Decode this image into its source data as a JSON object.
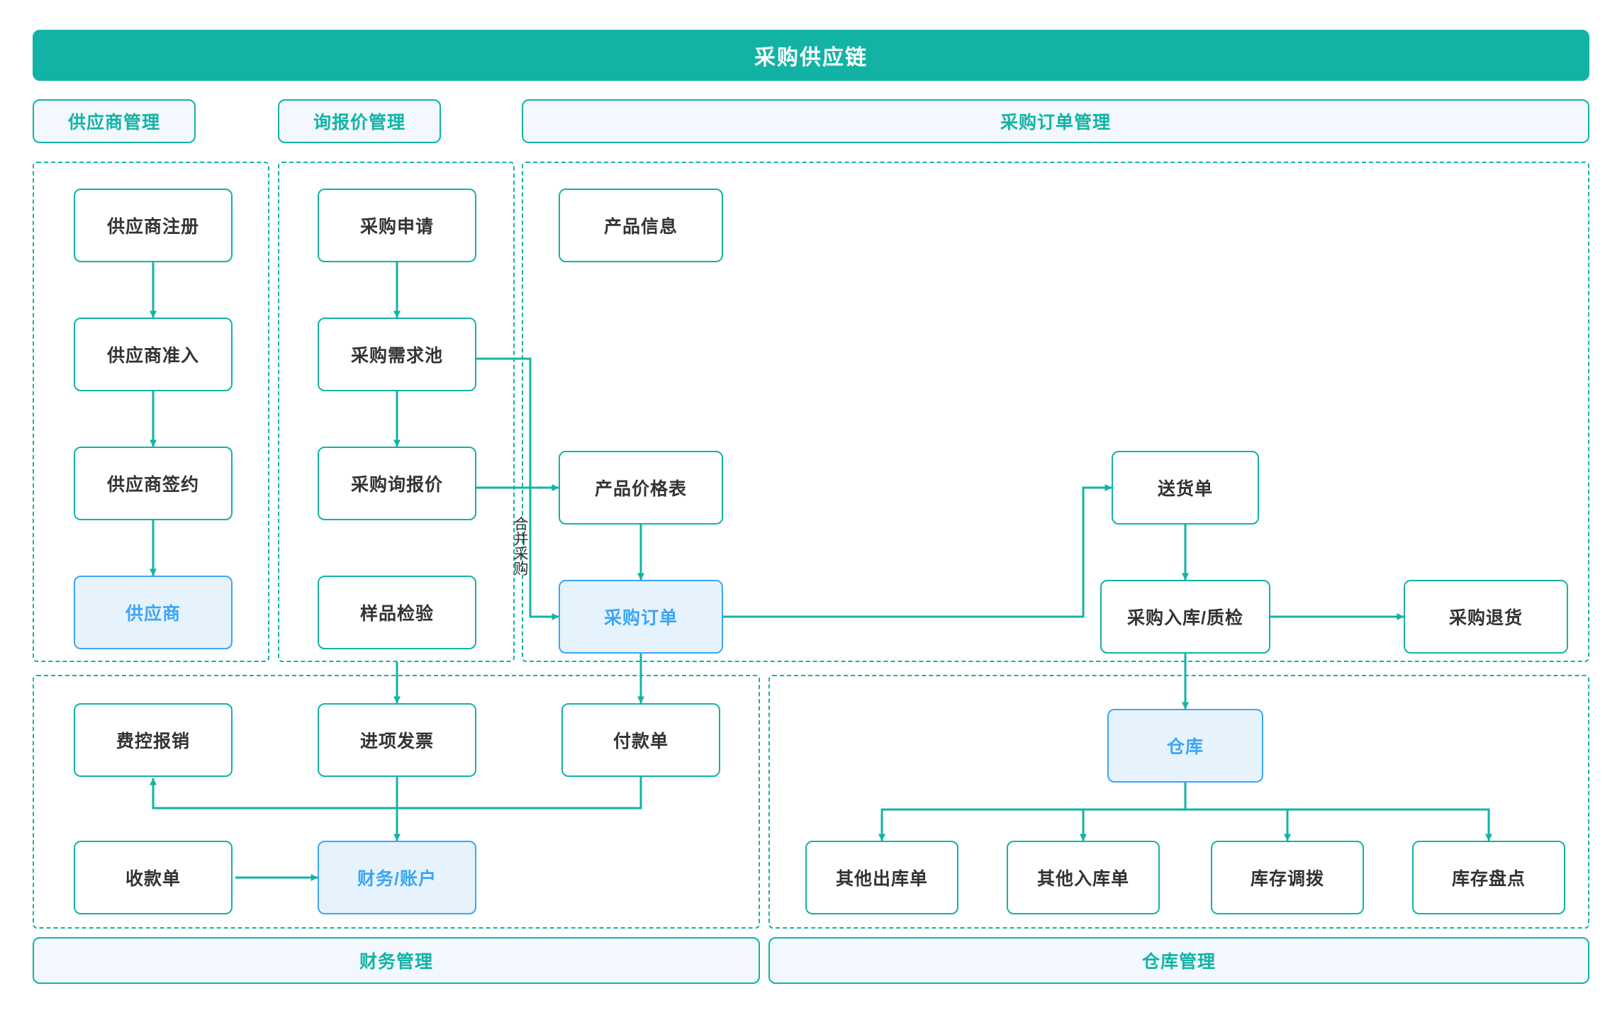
{
  "header": {
    "title": "采购供应链",
    "brand_color": "#12B3A5",
    "highlight_color": "#3DA5F5",
    "highlight_bg": "#E6F3FD"
  },
  "sections": {
    "supplier": {
      "label": "供应商管理"
    },
    "rfq": {
      "label": "询报价管理"
    },
    "purchase_order": {
      "label": "采购订单管理"
    },
    "finance": {
      "label": "财务管理"
    },
    "warehouse": {
      "label": "仓库管理"
    }
  },
  "nodes": {
    "supplier_register": {
      "label": "供应商注册",
      "highlighted": false
    },
    "supplier_access": {
      "label": "供应商准入",
      "highlighted": false
    },
    "supplier_sign": {
      "label": "供应商签约",
      "highlighted": false
    },
    "supplier": {
      "label": "供应商",
      "highlighted": true
    },
    "purchase_request": {
      "label": "采购申请",
      "highlighted": false
    },
    "demand_pool": {
      "label": "采购需求池",
      "highlighted": false
    },
    "purchase_rfq": {
      "label": "采购询报价",
      "highlighted": false
    },
    "sample_inspect": {
      "label": "样品检验",
      "highlighted": false
    },
    "product_info": {
      "label": "产品信息",
      "highlighted": false
    },
    "price_list": {
      "label": "产品价格表",
      "highlighted": false
    },
    "purchase_order": {
      "label": "采购订单",
      "highlighted": true
    },
    "delivery_note": {
      "label": "送货单",
      "highlighted": false
    },
    "inbound_qc": {
      "label": "采购入库/质检",
      "highlighted": false
    },
    "purchase_return": {
      "label": "采购退货",
      "highlighted": false
    },
    "expense_claim": {
      "label": "费控报销",
      "highlighted": false
    },
    "input_invoice": {
      "label": "进项发票",
      "highlighted": false
    },
    "payment_note": {
      "label": "付款单",
      "highlighted": false
    },
    "receipt_note": {
      "label": "收款单",
      "highlighted": false
    },
    "finance_account": {
      "label": "财务/账户",
      "highlighted": true
    },
    "warehouse": {
      "label": "仓库",
      "highlighted": true
    },
    "other_outbound": {
      "label": "其他出库单",
      "highlighted": false
    },
    "other_inbound": {
      "label": "其他入库单",
      "highlighted": false
    },
    "stock_transfer": {
      "label": "库存调拨",
      "highlighted": false
    },
    "stock_count": {
      "label": "库存盘点",
      "highlighted": false
    }
  },
  "edge_labels": {
    "merge_purchase": "合并采购"
  },
  "chart_data": {
    "type": "diagram",
    "title": "采购供应链",
    "flows": [
      {
        "from": "供应商注册",
        "to": "供应商准入"
      },
      {
        "from": "供应商准入",
        "to": "供应商签约"
      },
      {
        "from": "供应商签约",
        "to": "供应商"
      },
      {
        "from": "采购申请",
        "to": "采购需求池"
      },
      {
        "from": "采购需求池",
        "to": "采购询报价"
      },
      {
        "from": "采购需求池",
        "to": "采购订单",
        "label": "合并采购"
      },
      {
        "from": "采购询报价",
        "to": "产品价格表"
      },
      {
        "from": "产品价格表",
        "to": "采购订单"
      },
      {
        "from": "采购订单",
        "to": "送货单"
      },
      {
        "from": "送货单",
        "to": "采购入库/质检"
      },
      {
        "from": "采购入库/质检",
        "to": "采购退货"
      },
      {
        "from": "采购入库/质检",
        "to": "仓库"
      },
      {
        "from": "采购需求池",
        "to": "进项发票"
      },
      {
        "from": "采购订单",
        "to": "付款单"
      },
      {
        "from": "进项发票",
        "to": "财务/账户"
      },
      {
        "from": "付款单",
        "to": "费控报销"
      },
      {
        "from": "收款单",
        "to": "财务/账户"
      },
      {
        "from": "仓库",
        "to": "其他出库单"
      },
      {
        "from": "仓库",
        "to": "其他入库单"
      },
      {
        "from": "仓库",
        "to": "库存调拨"
      },
      {
        "from": "仓库",
        "to": "库存盘点"
      }
    ]
  }
}
